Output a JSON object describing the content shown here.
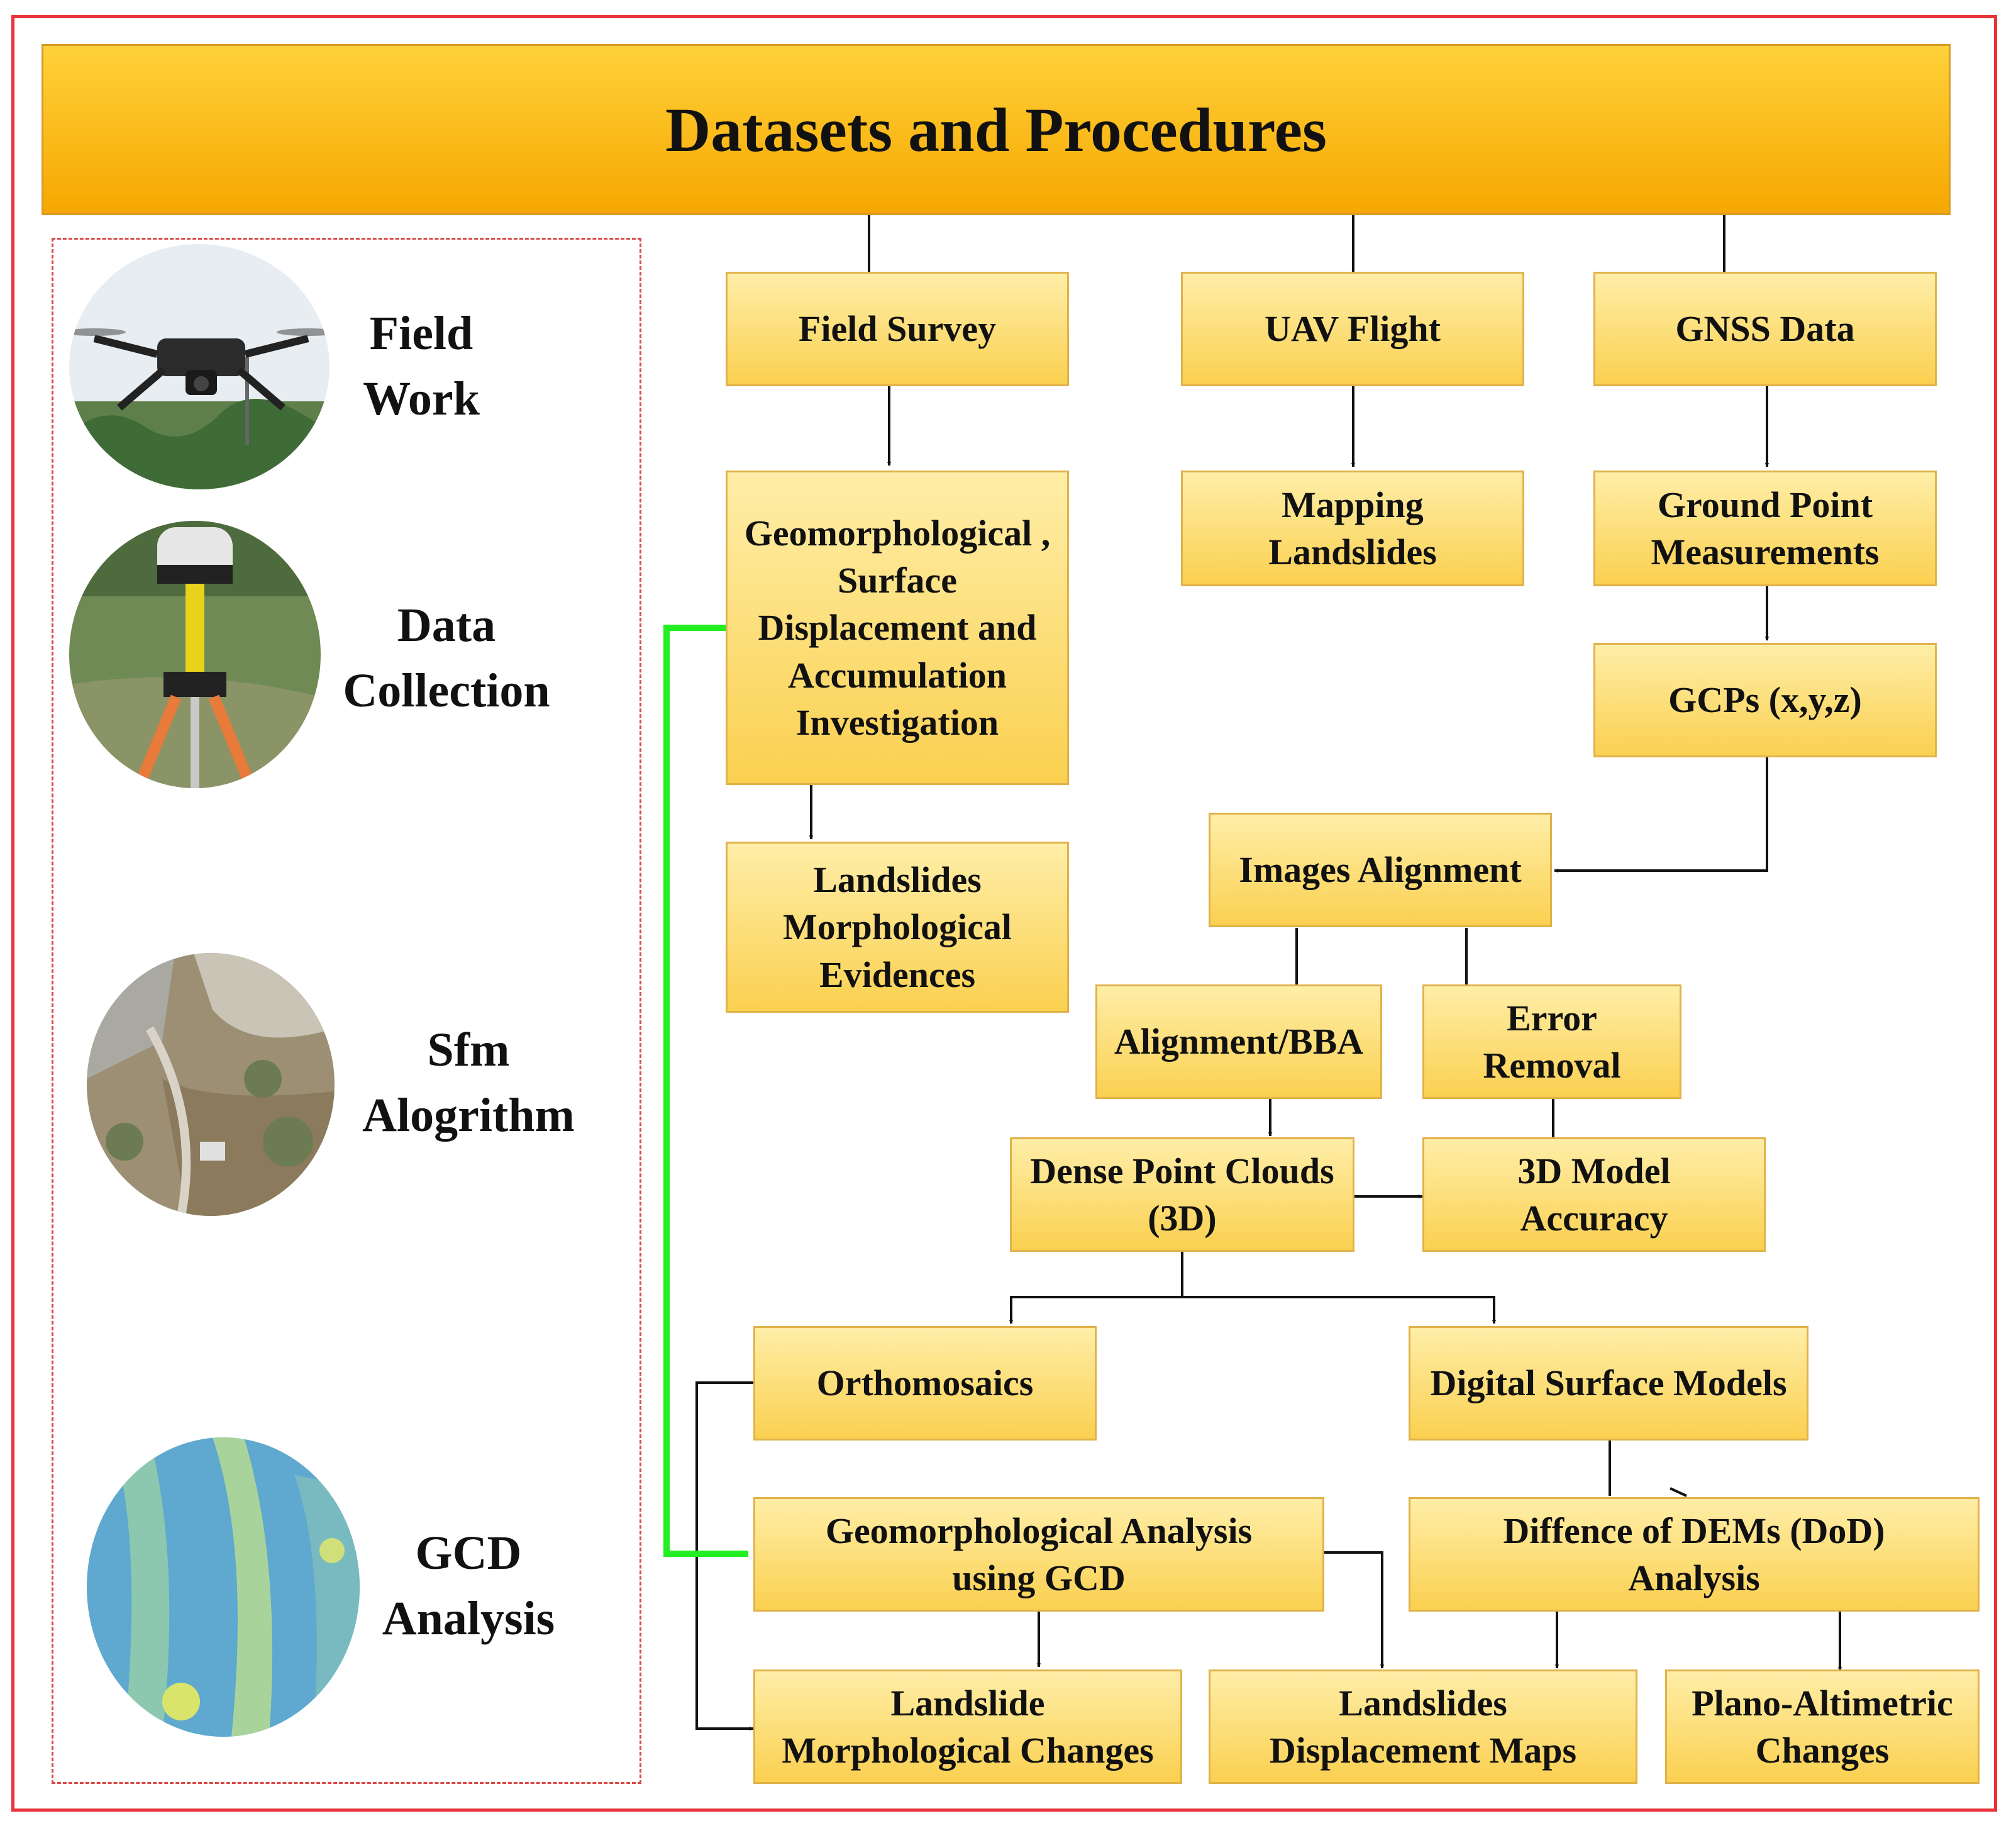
{
  "title": "Datasets and Procedures",
  "stages": [
    {
      "label": "Field\nWork",
      "image": "drone-photo"
    },
    {
      "label": "Data\nCollection",
      "image": "gnss-tripod-photo"
    },
    {
      "label": "Sfm\nAlogrithm",
      "image": "aerial-orthophoto"
    },
    {
      "label": "GCD\nAnalysis",
      "image": "elevation-change-map"
    }
  ],
  "boxes": {
    "field_survey": "Field Survey",
    "uav_flight": "UAV Flight",
    "gnss_data": "GNSS Data",
    "geomorph_investigation": "Geomorphological ,\nSurface\nDisplacement and\nAccumulation\nInvestigation",
    "mapping_landslides": "Mapping\nLandslides",
    "ground_point": "Ground Point\nMeasurements",
    "gcps": "GCPs (x,y,z)",
    "morph_evidences": "Landslides\nMorphological\nEvidences",
    "images_alignment": "Images Alignment",
    "alignment_bba": "Alignment/BBA",
    "error_removal": "Error\nRemoval",
    "dense_point_clouds": "Dense Point Clouds\n(3D)",
    "model_accuracy": "3D Model\nAccuracy",
    "orthomosaics": "Orthomosaics",
    "dsm": "Digital Surface Models",
    "gcd_analysis": "Geomorphological Analysis\nusing GCD",
    "dod_analysis": "Diffence of DEMs (DoD)\nAnalysis",
    "morph_changes": "Landslide\nMorphological Changes",
    "displacement_maps": "Landslides\nDisplacement Maps",
    "plano_altimetric": "Plano-Altimetric\nChanges"
  },
  "colors": {
    "frame": "#e8343a",
    "highlight_arrow": "#22ee22",
    "box_fill": "#fad050",
    "banner": "#f6a700"
  }
}
